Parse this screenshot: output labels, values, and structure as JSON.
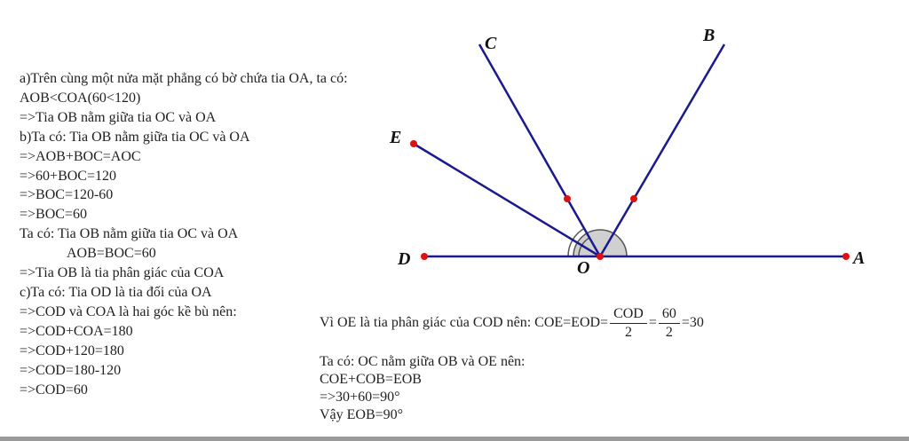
{
  "left_lines": [
    "a)Trên cùng một nửa mặt phẳng có bờ chứa tia OA, ta có:",
    "AOB<COA(60<120)",
    "=>Tia OB nằm giữa tia OC và OA",
    "b)Ta có: Tia OB nằm giữa tia OC và OA",
    "=>AOB+BOC=AOC",
    "=>60+BOC=120",
    "=>BOC=120-60",
    "=>BOC=60",
    "Ta có: Tia OB nằm giữa tia OC và OA",
    "AOB=BOC=60",
    "=>Tia OB là tia phân giác của COA",
    "c)Ta có: Tia OD là tia đối của OA",
    "=>COD và COA là hai góc kề bù nên:",
    "=>COD+COA=180",
    "=>COD+120=180",
    "=>COD=180-120",
    "=>COD=60"
  ],
  "right": {
    "bisector_prefix": "Vì OE là tia phân giác của COD nên: COE=EOD=",
    "frac1_num": "COD",
    "frac1_den": "2",
    "eq": "=",
    "frac2_num": "60",
    "frac2_den": "2",
    "result": "=30",
    "lines": [
      "Ta có: OC nằm giữa OB và OE nên:",
      "COE+COB=EOB",
      "=>30+60=90°",
      "Vậy EOB=90°"
    ]
  },
  "diagram": {
    "labels": {
      "A": "A",
      "B": "B",
      "C": "C",
      "D": "D",
      "E": "E",
      "O": "O"
    },
    "line_color": "#1a1a8c",
    "point_color": "#e01010"
  }
}
